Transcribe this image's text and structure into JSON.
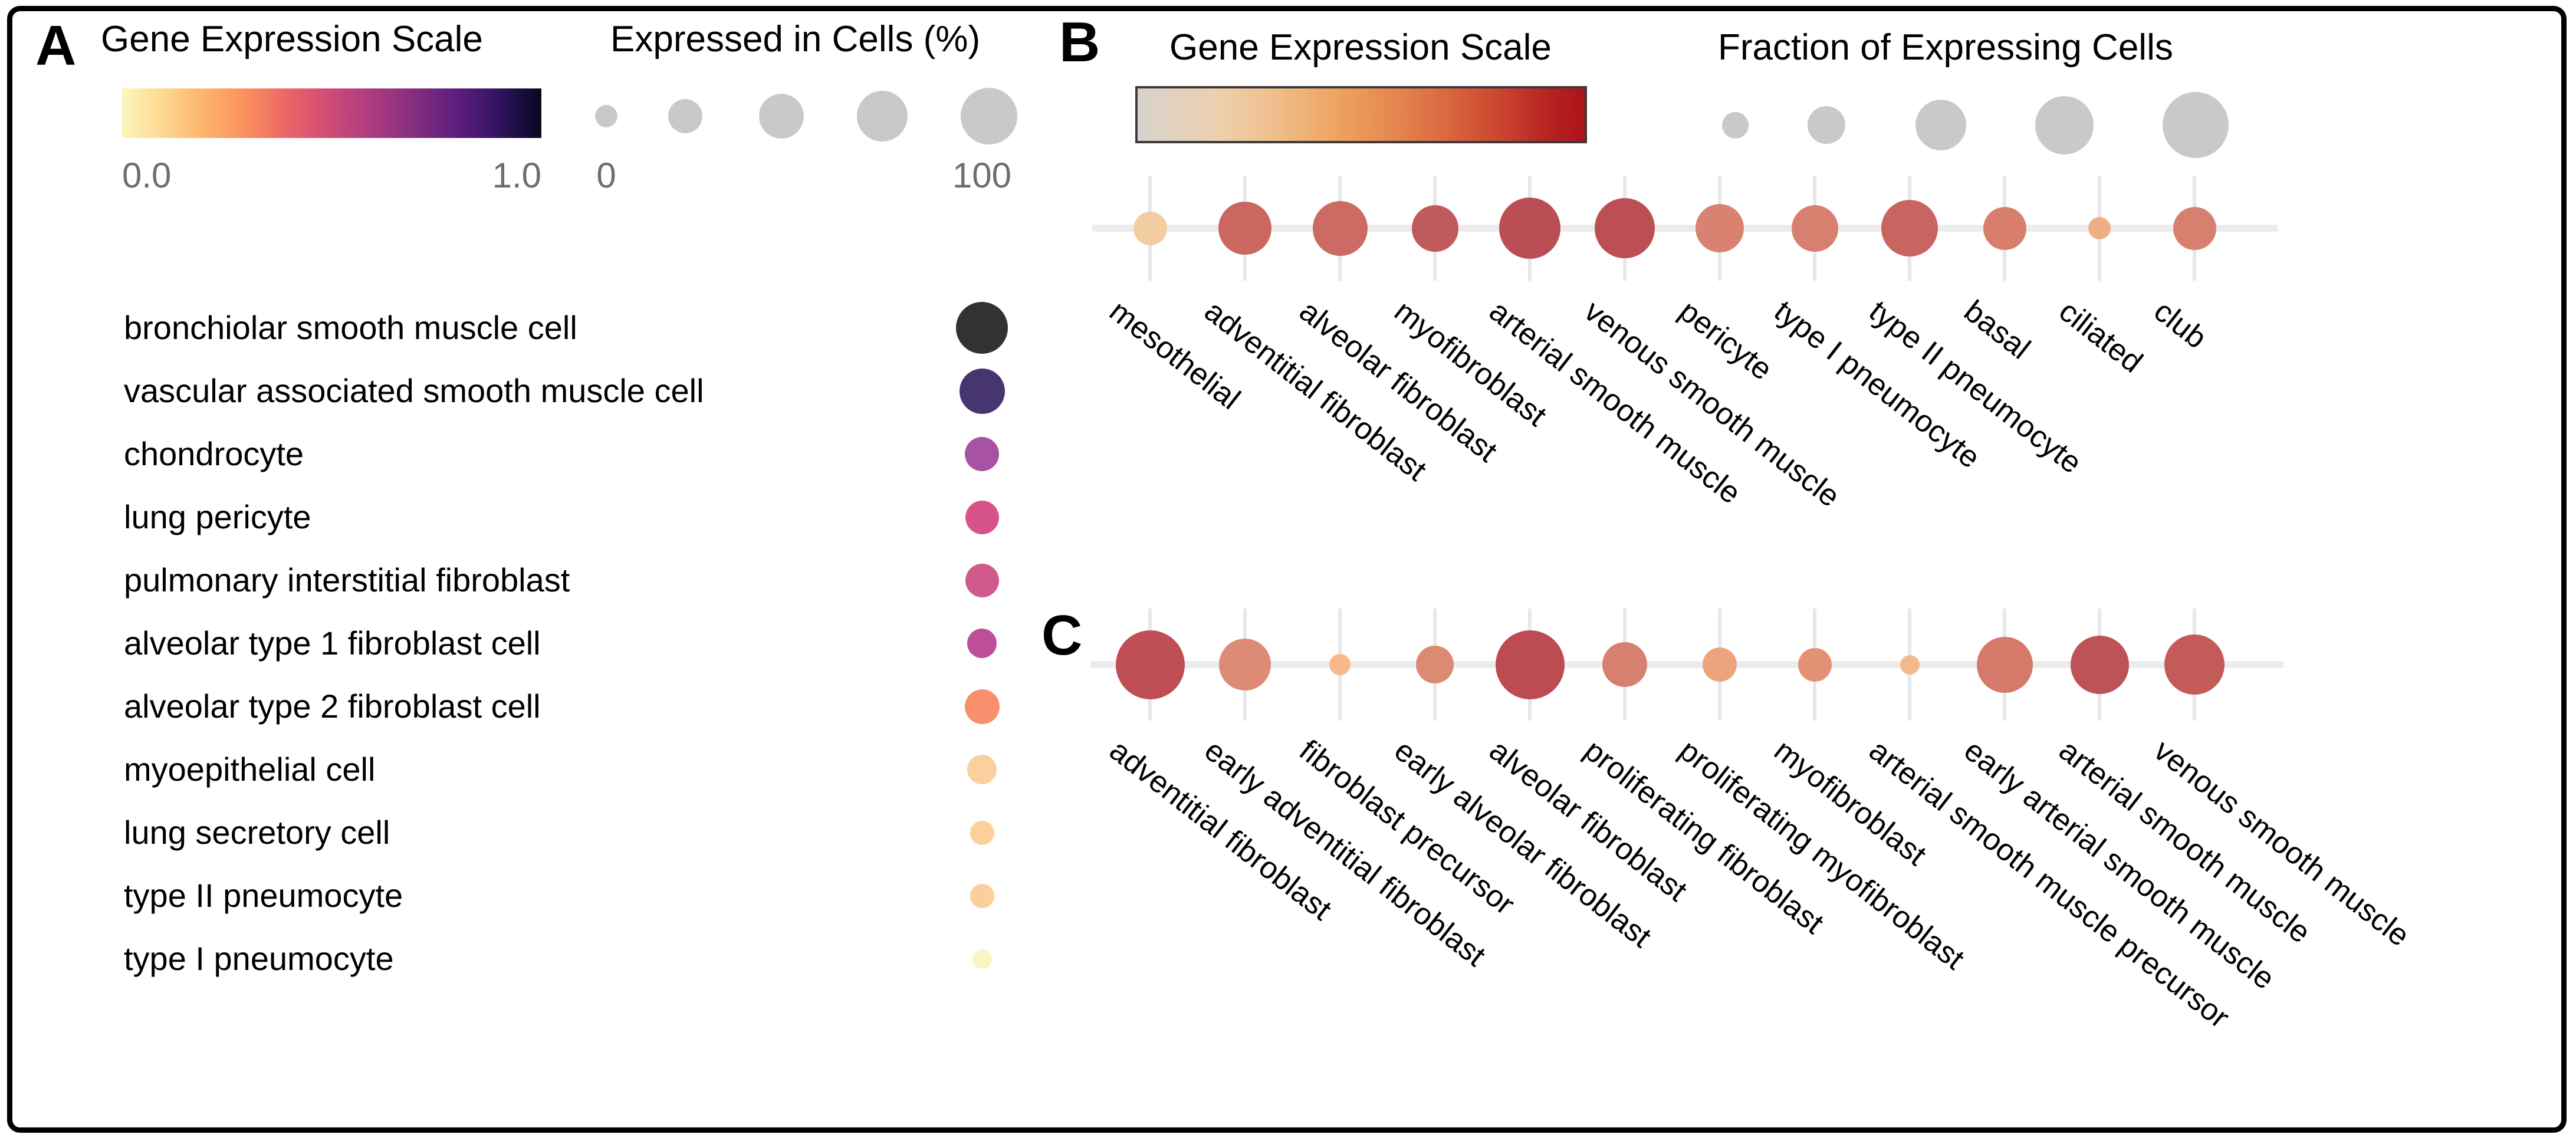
{
  "panels": {
    "a": {
      "letter": "A",
      "expression_legend": {
        "title": "Gene Expression Scale",
        "min_label": "0.0",
        "max_label": "1.0",
        "colormap_name": "magma-reversed (light yellow = low, black = high)",
        "gradient_stops": [
          "#fcf6bd 0%",
          "#fdd78f 10%",
          "#fdb26b 20%",
          "#fa8d5e 30%",
          "#ea6369 40%",
          "#cd4a76 50%",
          "#aa3b80 60%",
          "#832d80 70%",
          "#5d1e7d 80%",
          "#371365 89%",
          "#190f3f 95%",
          "#0a0722 100%"
        ]
      },
      "size_legend": {
        "title": "Expressed in Cells (%)",
        "min_label": "0",
        "max_label": "100",
        "circle_color": "#c9c9c9",
        "circle_diameters": [
          38,
          58,
          76,
          86,
          96
        ]
      },
      "rows": [
        {
          "label": "bronchiolar smooth muscle cell",
          "color": "#333132",
          "size": 88
        },
        {
          "label": "vascular associated smooth muscle cell",
          "color": "#46356f",
          "size": 77
        },
        {
          "label": "chondrocyte",
          "color": "#a852a5",
          "size": 58
        },
        {
          "label": "lung pericyte",
          "color": "#d6548b",
          "size": 57
        },
        {
          "label": "pulmonary interstitial fibroblast",
          "color": "#d05a8b",
          "size": 57
        },
        {
          "label": "alveolar type 1 fibroblast cell",
          "color": "#bc4f98",
          "size": 50
        },
        {
          "label": "alveolar type 2 fibroblast cell",
          "color": "#f98f6d",
          "size": 59
        },
        {
          "label": "myoepithelial cell",
          "color": "#fbcf9e",
          "size": 50
        },
        {
          "label": "lung secretory cell",
          "color": "#fccf9b",
          "size": 41
        },
        {
          "label": "type II pneumocyte",
          "color": "#fbce9d",
          "size": 41
        },
        {
          "label": "type I pneumocyte",
          "color": "#f8f5c2",
          "size": 33
        }
      ]
    },
    "b": {
      "letter": "B",
      "expression_legend": {
        "title": "Gene Expression Scale",
        "colormap_name": "light gray to dark red (low to high)",
        "gradient_stops": [
          "#d7d2cd 0%",
          "#eed0ae 18%",
          "#f0bc88 32%",
          "#eda05d 46%",
          "#e5854f 58%",
          "#d9653f 70%",
          "#c73f2d 83%",
          "#b52020 93%",
          "#ac131b 100%"
        ]
      },
      "size_legend": {
        "title": "Fraction of Expressing Cells",
        "circle_color": "#c9c9c9",
        "circle_diameters": [
          45,
          64,
          86,
          99,
          112
        ]
      },
      "categories": [
        {
          "label": "mesothelial",
          "color": "#f3cda2",
          "size": 57
        },
        {
          "label": "adventitial fibroblast",
          "color": "#cb6761",
          "size": 90
        },
        {
          "label": "alveolar fibroblast",
          "color": "#cb6b63",
          "size": 93
        },
        {
          "label": "myofibroblast",
          "color": "#c05a5b",
          "size": 79
        },
        {
          "label": "arterial smooth muscle",
          "color": "#b94f54",
          "size": 104
        },
        {
          "label": "venous smooth muscle",
          "color": "#bb4f54",
          "size": 102
        },
        {
          "label": "pericyte",
          "color": "#d98272",
          "size": 82
        },
        {
          "label": "type I pneumocyte",
          "color": "#d8806f",
          "size": 79
        },
        {
          "label": "type II pneumocyte",
          "color": "#c96560",
          "size": 96
        },
        {
          "label": "basal",
          "color": "#d77e6d",
          "size": 73
        },
        {
          "label": "ciliated",
          "color": "#efae82",
          "size": 38
        },
        {
          "label": "club",
          "color": "#d8806f",
          "size": 73
        }
      ]
    },
    "c": {
      "letter": "C",
      "categories": [
        {
          "label": "adventitial fibroblast",
          "color": "#bf4f55",
          "size": 117
        },
        {
          "label": "early adventitial fibroblast",
          "color": "#dd8a77",
          "size": 88
        },
        {
          "label": "fibroblast precursor",
          "color": "#f5b98a",
          "size": 36
        },
        {
          "label": "early alveolar fibroblast",
          "color": "#dd8a72",
          "size": 64
        },
        {
          "label": "alveolar fibroblast",
          "color": "#bc4b52",
          "size": 117
        },
        {
          "label": "proliferating fibroblast",
          "color": "#d8806f",
          "size": 76
        },
        {
          "label": "proliferating myofibroblast",
          "color": "#eba47d",
          "size": 58
        },
        {
          "label": "myofibroblast",
          "color": "#e39174",
          "size": 57
        },
        {
          "label": "arterial smooth muscle precursor",
          "color": "#f4b98b",
          "size": 33
        },
        {
          "label": "early arterial smooth muscle",
          "color": "#d5796a",
          "size": 95
        },
        {
          "label": "arterial smooth muscle",
          "color": "#bd5356",
          "size": 99
        },
        {
          "label": "venous smooth muscle",
          "color": "#c35b59",
          "size": 102
        }
      ]
    }
  },
  "chart_data": [
    {
      "id": "A",
      "type": "scatter",
      "title": "Gene expression dot legend per cell type",
      "color_legend": {
        "title": "Gene Expression Scale",
        "range": [
          0.0,
          1.0
        ],
        "colormap": "magma reversed (light yellow=0, black=1)"
      },
      "size_legend": {
        "title": "Expressed in Cells (%)",
        "range": [
          0,
          100
        ]
      },
      "categories": [
        "bronchiolar smooth muscle cell",
        "vascular associated smooth muscle cell",
        "chondrocyte",
        "lung pericyte",
        "pulmonary interstitial fibroblast",
        "alveolar type 1 fibroblast cell",
        "alveolar type 2 fibroblast cell",
        "myoepithelial cell",
        "lung secretory cell",
        "type II pneumocyte",
        "type I pneumocyte"
      ],
      "series": [
        {
          "name": "expression_0_to_1_estimated_from_color",
          "values": [
            1.0,
            0.88,
            0.68,
            0.55,
            0.54,
            0.62,
            0.33,
            0.17,
            0.17,
            0.17,
            0.03
          ]
        },
        {
          "name": "percent_cells_estimated_from_size",
          "values": [
            86,
            67,
            34,
            33,
            33,
            21,
            36,
            21,
            5,
            5,
            1
          ]
        }
      ],
      "layout": "single vertical column of dots, labels at left",
      "values_estimated": true
    },
    {
      "id": "B",
      "type": "scatter",
      "title": "Dot plot across lung cell types",
      "color_legend": {
        "title": "Gene Expression Scale",
        "colormap": "light gray to dark red"
      },
      "size_legend": {
        "title": "Fraction of Expressing Cells"
      },
      "categories": [
        "mesothelial",
        "adventitial fibroblast",
        "alveolar fibroblast",
        "myofibroblast",
        "arterial smooth muscle",
        "venous smooth muscle",
        "pericyte",
        "type I pneumocyte",
        "type II pneumocyte",
        "basal",
        "ciliated",
        "club"
      ],
      "series": [
        {
          "name": "expression_0_to_1_estimated_from_color",
          "values": [
            0.25,
            0.6,
            0.59,
            0.67,
            0.74,
            0.73,
            0.5,
            0.51,
            0.62,
            0.52,
            0.33,
            0.51
          ]
        },
        {
          "name": "fraction_pct_estimated_from_size",
          "values": [
            18,
            67,
            72,
            51,
            88,
            85,
            55,
            51,
            76,
            42,
            2,
            42
          ]
        }
      ],
      "layout": "single horizontal row of dots on gray axis with vertical gridlines, labels rotated 38deg below",
      "grid": true,
      "values_estimated": true
    },
    {
      "id": "C",
      "type": "scatter",
      "title": "Dot plot across fibroblast / smooth muscle lineage cell types",
      "color_legend": {
        "title": "Gene Expression Scale",
        "colormap": "light gray to dark red (shared with panel B)"
      },
      "size_legend": {
        "title": "Fraction of Expressing Cells (shared with panel B)"
      },
      "categories": [
        "adventitial fibroblast",
        "early adventitial fibroblast",
        "fibroblast precursor",
        "early alveolar fibroblast",
        "alveolar fibroblast",
        "proliferating fibroblast",
        "proliferating myofibroblast",
        "myofibroblast",
        "arterial smooth muscle precursor",
        "early arterial smooth muscle",
        "arterial smooth muscle",
        "venous smooth muscle"
      ],
      "series": [
        {
          "name": "expression_0_to_1_estimated_from_color",
          "values": [
            0.75,
            0.54,
            0.3,
            0.47,
            0.76,
            0.51,
            0.36,
            0.45,
            0.28,
            0.55,
            0.71,
            0.67
          ]
        },
        {
          "name": "fraction_pct_estimated_from_size",
          "values": [
            100,
            66,
            0,
            28,
            100,
            46,
            19,
            18,
            0,
            75,
            81,
            85
          ]
        }
      ],
      "layout": "single horizontal row of dots on gray axis with vertical gridlines, labels rotated 38deg below",
      "grid": true,
      "values_estimated": true
    }
  ]
}
